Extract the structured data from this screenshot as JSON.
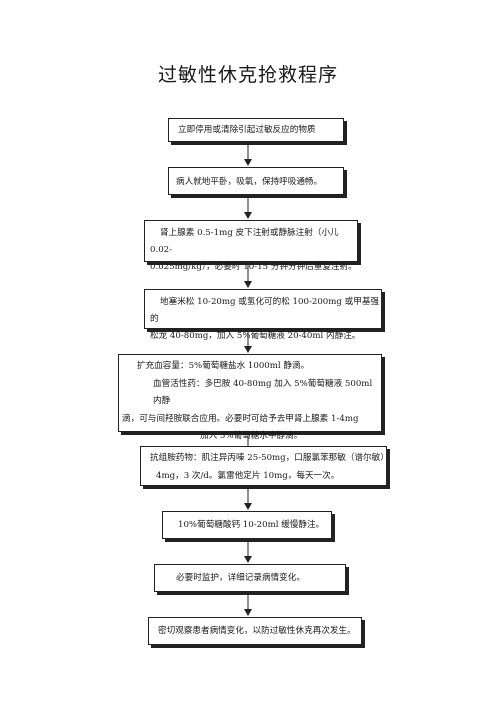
{
  "title": "过敏性休克抢救程序",
  "steps": [
    {
      "text": "立即停用或清除引起过敏反应的物质"
    },
    {
      "text": "病人就地平卧，吸氧，保持呼吸通畅。"
    },
    {
      "lines": [
        "肾上腺素 0.5-1mg 皮下注射或静脉注射（小儿 0.02-",
        "0.025mg/kg），必要时 10-15 分钟分钟后重复注射。"
      ]
    },
    {
      "lines": [
        "地塞米松 10-20mg 或氢化可的松 100-200mg 或甲基强的",
        "松龙 40-80mg，加入 5%葡萄糖液 20-40ml 内静注。"
      ]
    },
    {
      "lines": [
        "扩充血容量：5%葡萄糖盐水 1000ml 静滴。",
        "血管活性药：多巴胺 40-80mg 加入 5%葡萄糖液 500ml 内静",
        "滴，可与间羟胺联合应用。必要时可给予去甲肾上腺素 1-4mg",
        "加入 5%葡萄糖水中静滴。"
      ]
    },
    {
      "lines": [
        "抗组胺药物：肌注异丙嗪 25-50mg，口服氯苯那敏（谱尔敏）",
        "4mg，3 次/d。氯雷他定片 10mg，每天一次。"
      ]
    },
    {
      "text": "10%葡萄糖酸钙 10-20ml 缓慢静注。"
    },
    {
      "text": "必要时监护，详细记录病情变化。"
    },
    {
      "text": "密切观察患者病情变化，以防过敏性休克再次发生。"
    }
  ]
}
